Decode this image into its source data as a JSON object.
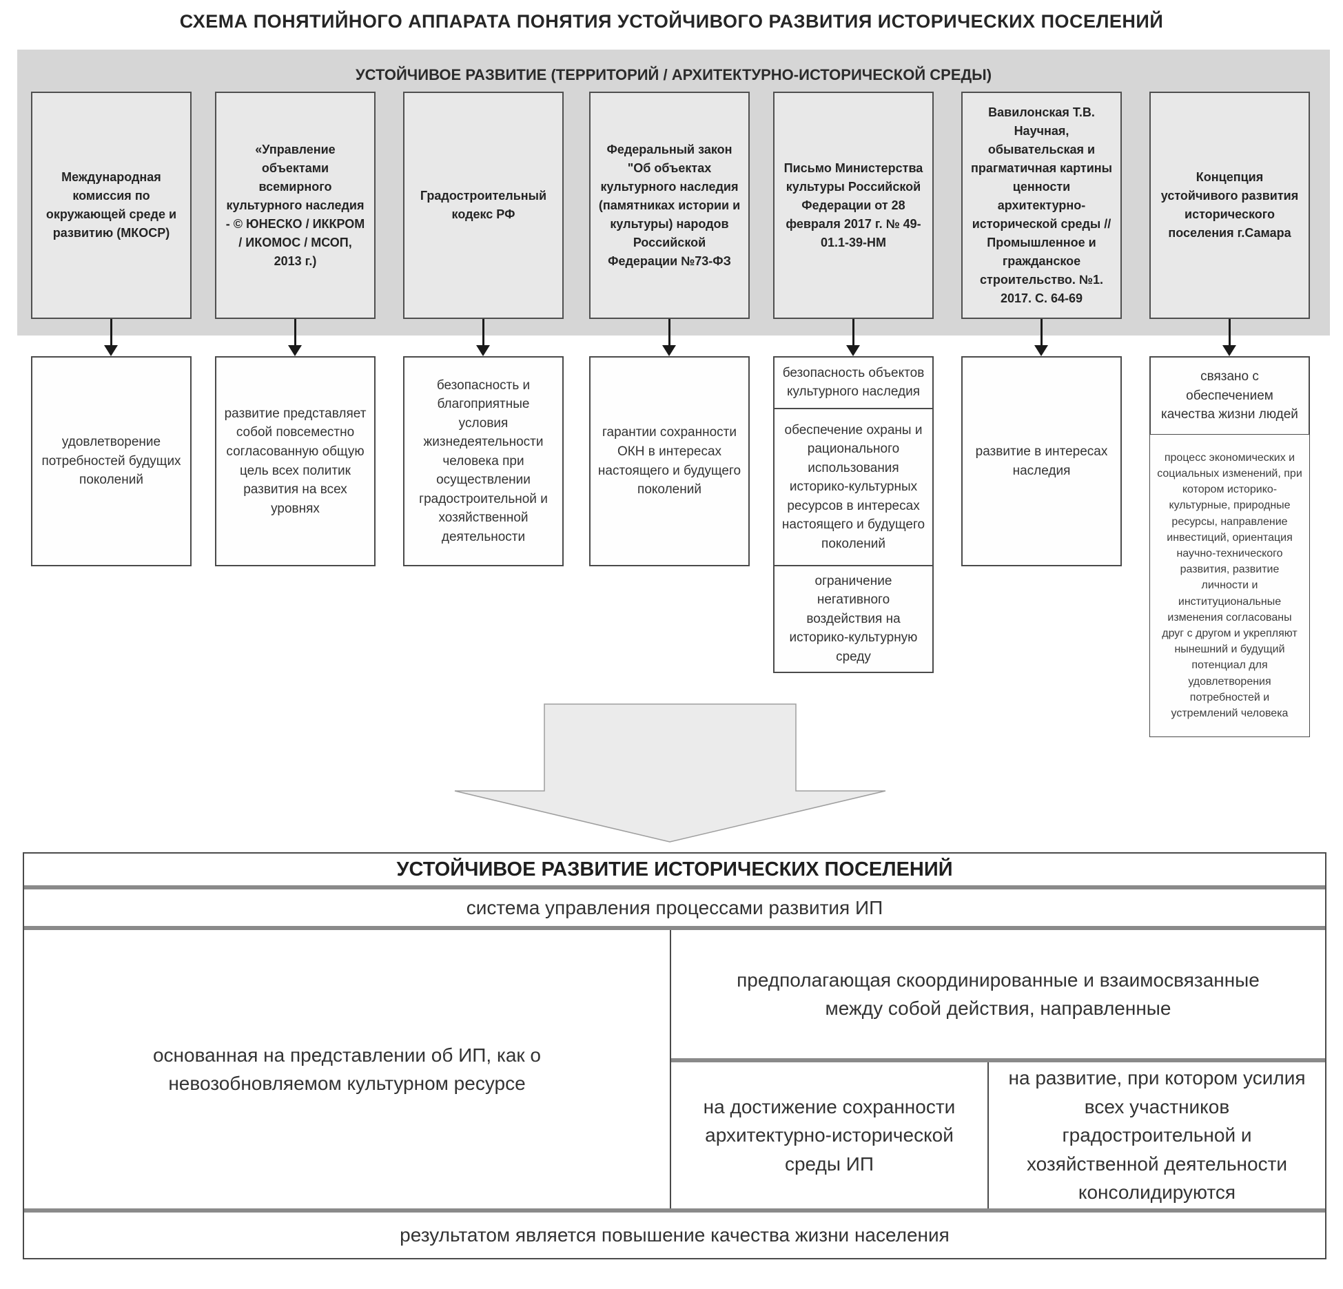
{
  "title": "СХЕМА ПОНЯТИЙНОГО АППАРАТА ПОНЯТИЯ УСТОЙЧИВОГО РАЗВИТИЯ ИСТОРИЧЕСКИХ ПОСЕЛЕНИЙ",
  "banner": {
    "label": "УСТОЙЧИВОЕ РАЗВИТИЕ (ТЕРРИТОРИЙ / АРХИТЕКТУРНО-ИСТОРИЧЕСКОЙ СРЕДЫ)"
  },
  "columns": [
    {
      "source": "Международная комиссия по окружающей среде и развитию (МКОСР)",
      "outputs": [
        "удовлетворение потребностей будущих поколений"
      ]
    },
    {
      "source": "«Управление объектами всемирного культурного наследия - © ЮНЕСКО / ИККРОМ / ИКОМОС / МСОП, 2013 г.)",
      "outputs": [
        "развитие представляет собой повсеместно согласованную общую цель всех политик развития на всех уровнях"
      ]
    },
    {
      "source": "Градостроительный кодекс РФ",
      "outputs": [
        "безопасность и благоприятные условия жизнедеятельности человека при осуществлении градостроительной и хозяйственной деятельности"
      ]
    },
    {
      "source": "Федеральный закон \"Об объектах культурного наследия (памятниках истории и культуры) народов Российской Федерации №73-ФЗ",
      "outputs": [
        "гарантии сохранности ОКН в интересах настоящего и будущего поколений"
      ]
    },
    {
      "source": "Письмо Министерства культуры Российской Федерации от 28 февраля 2017 г. № 49-01.1-39-НМ",
      "outputs": [
        "безопасность объектов культурного наследия",
        "обеспечение охраны и рационального использования историко-культурных ресурсов в интересах настоящего и будущего поколений",
        "ограничение негативного воздействия на историко-культурную среду"
      ]
    },
    {
      "source": "Вавилонская Т.В. Научная, обывательская и прагматичная картины ценности архитектурно-исторической среды // Промышленное и гражданское строительство. №1. 2017. С. 64-69",
      "outputs": [
        "развитие в интересах наследия"
      ]
    },
    {
      "source": "Концепция устойчивого развития исторического поселения г.Самара",
      "outputs": [
        "связано с обеспечением качества жизни людей",
        "процесс экономических и социальных изменений, при котором историко-культурные, природные ресурсы, направление инвестиций, ориентация научно-технического развития, развитие личности и институциональные изменения согласованы друг с другом и укрепляют нынешний и будущий потенциал для удовлетворения потребностей и устремлений человека"
      ]
    }
  ],
  "table": {
    "title": "УСТОЙЧИВОЕ РАЗВИТИЕ ИСТОРИЧЕСКИХ ПОСЕЛЕНИЙ",
    "subtitle": "система управления процессами развития ИП",
    "left": "основанная на представлении об ИП, как о невозобновляемом культурном ресурсе",
    "right_top": "предполагающая скоординированные и взаимосвязанные между собой действия, направленные",
    "sub_left": "на достижение сохранности архитектурно-исторической среды ИП",
    "sub_right": "на развитие, при котором усилия всех участников градостроительной и хозяйственной деятельности консолидируются",
    "bottom": "результатом является повышение качества жизни населения"
  },
  "colors": {
    "banner_bg": "#d6d6d6",
    "source_box_bg": "#e8e8e8",
    "definition_box_bg": "#fefefe",
    "box_border": "#4a4a4a",
    "separator_gray": "#8a8a8a",
    "arrow_black": "#1a1a1a",
    "big_arrow_fill": "#ebebeb",
    "text": "#333333"
  }
}
